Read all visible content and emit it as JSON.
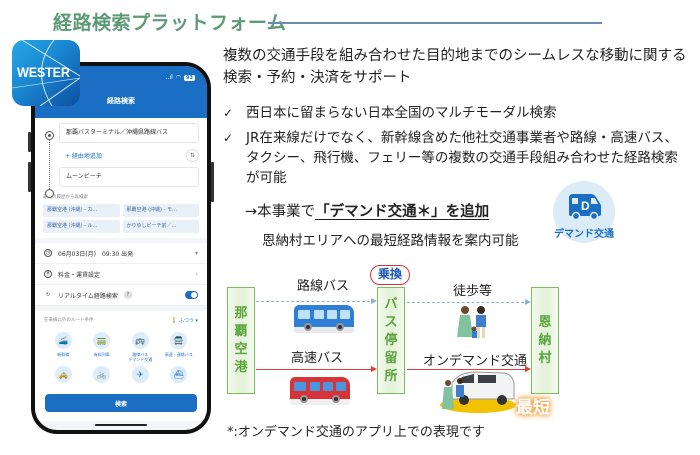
{
  "title": "経路検索プラットフォーム",
  "app_icon": {
    "label": "WESTER",
    "colors": [
      "#28a6e6",
      "#0d4fa0"
    ]
  },
  "phone": {
    "status": {
      "signal": "..ıl",
      "wifi": "◠",
      "battery": "93"
    },
    "screen_title": "経路検索",
    "origin": "那覇バスターミナル／沖縄県路線バス",
    "add_via": "+ 経由地追加",
    "swap_icon": "⇅",
    "destination": "ムーンビーチ",
    "recent_label": "最近の履歴から再検索",
    "recent_chips": [
      "那覇空港 (沖縄) - カ…",
      "那覇空港 (沖縄) - モ…",
      "那覇空港 (沖縄) - ル…",
      "かりゆしビーチ前／…"
    ],
    "settings": [
      {
        "icon": "clock-icon",
        "label": "06月03日(月)　09:30 出発",
        "right": "▾"
      },
      {
        "icon": "yen-icon",
        "label": "料金・運賃設定",
        "right": "›"
      },
      {
        "icon": "realtime-icon",
        "label": "リアルタイム経路検索",
        "help": "?",
        "right": "toggle-on"
      }
    ],
    "conditions": {
      "label": "在来線以外のルート条件",
      "walk_speed": "🚶 ふつう ▾",
      "modes": [
        {
          "icon": "bullet-train-icon",
          "glyph": "🚄",
          "label": "新幹線"
        },
        {
          "icon": "limited-express-icon",
          "glyph": "🚃",
          "label": "有料列車"
        },
        {
          "icon": "route-bus-icon",
          "glyph": "🚌",
          "label": "路線バス\nデマンド交通"
        },
        {
          "icon": "highway-bus-icon",
          "glyph": "🚍",
          "label": "高速・連絡バス"
        },
        {
          "icon": "taxi-icon",
          "glyph": "🚕",
          "label": ""
        },
        {
          "icon": "bicycle-icon",
          "glyph": "🚲",
          "label": ""
        },
        {
          "icon": "airplane-icon",
          "glyph": "✈",
          "label": ""
        },
        {
          "icon": "ferry-icon",
          "glyph": "⛴",
          "label": ""
        }
      ]
    },
    "search_button": "検索"
  },
  "lead": "複数の交通手段を組み合わせた目的地までのシームレスな移動に関する検索・予約・決済をサポート",
  "bullets": [
    {
      "check": "✓",
      "text": "西日本に留まらない日本全国のマルチモーダル検索"
    },
    {
      "check": "✓",
      "text": "JR在来線だけでなく、新幹線含めた他社交通事業者や路線・高速バス、タクシー、飛行機、フェリー等の複数の交通手段組み合わせた経路検索が可能"
    }
  ],
  "addition": {
    "prefix": "→本事業で",
    "highlight": "「デマンド交通＊」を追加"
  },
  "addition_sub": "恩納村エリアへの最短経路情報を案内可能",
  "demand_badge": {
    "label": "デマンド交通",
    "color": "#1a6fc4"
  },
  "diagram": {
    "nodes": [
      {
        "id": "naha-airport",
        "label": [
          "那",
          "覇",
          "空",
          "港"
        ]
      },
      {
        "id": "bus-stop",
        "label": [
          "バ",
          "ス",
          "停",
          "留",
          "所"
        ]
      },
      {
        "id": "onna-village",
        "label": [
          "恩",
          "納",
          "村"
        ]
      }
    ],
    "transfer_label": "乗換",
    "segments": [
      {
        "from": "naha-airport",
        "to": "bus-stop",
        "label": "路線バス",
        "style": "dashed",
        "color": "#8fb1d9"
      },
      {
        "from": "naha-airport",
        "to": "bus-stop",
        "label": "高速バス",
        "style": "solid",
        "color": "#e03a3a"
      },
      {
        "from": "bus-stop",
        "to": "onna-village",
        "label": "徒歩等",
        "style": "dashed",
        "color": "#8fb1d9"
      },
      {
        "from": "bus-stop",
        "to": "onna-village",
        "label": "オンデマンド交通",
        "style": "solid",
        "color": "#e03a3a"
      }
    ],
    "shortest_label": "最短"
  },
  "footnote": "*:オンデマンド交通のアプリ上での表現です",
  "colors": {
    "title_green": "#5d9a78",
    "rule_blue": "#6a8bb3",
    "node_green": "#7cbd5e",
    "app_blue": "#1a6fc4"
  }
}
